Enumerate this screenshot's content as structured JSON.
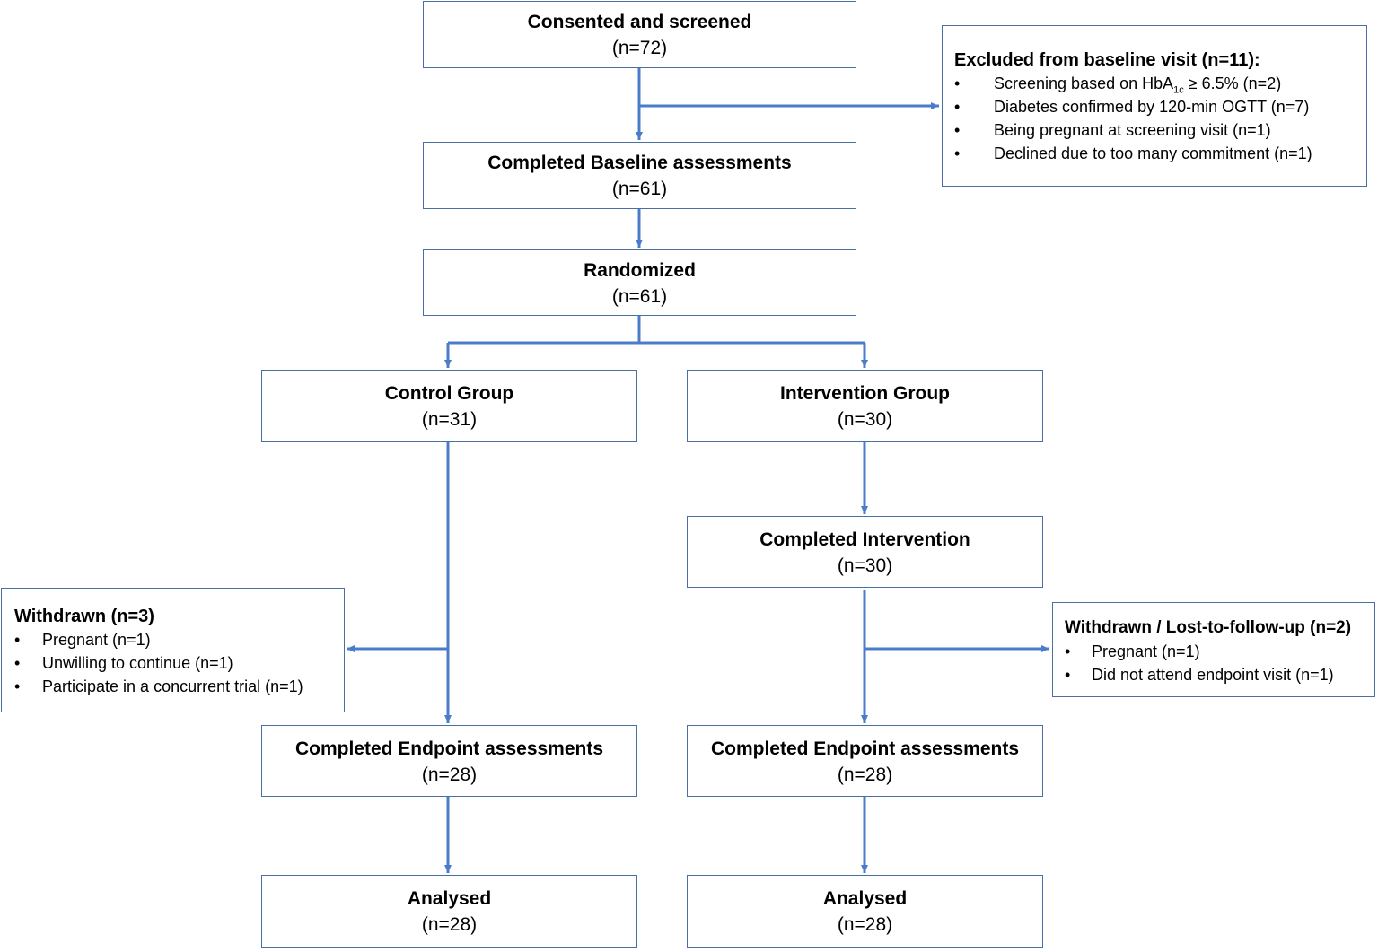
{
  "boxes": {
    "consented": {
      "title": "Consented and screened",
      "n": "(n=72)"
    },
    "baseline": {
      "title": "Completed Baseline assessments",
      "n": "(n=61)"
    },
    "randomized": {
      "title": "Randomized",
      "n": "(n=61)"
    },
    "control": {
      "title": "Control Group",
      "n": "(n=31)"
    },
    "intervention": {
      "title": "Intervention Group",
      "n": "(n=30)"
    },
    "completed_intervention": {
      "title": "Completed Intervention",
      "n": "(n=30)"
    },
    "control_endpoint": {
      "title": "Completed Endpoint assessments",
      "n": "(n=28)"
    },
    "intervention_endpoint": {
      "title": "Completed Endpoint assessments",
      "n": "(n=28)"
    },
    "control_analysed": {
      "title": "Analysed",
      "n": "(n=28)"
    },
    "intervention_analysed": {
      "title": "Analysed",
      "n": "(n=28)"
    }
  },
  "excluded": {
    "heading": "Excluded from baseline visit (n=11):",
    "bullet": "•",
    "item1_pre": "Screening based on HbA",
    "item1_sub": "1c",
    "item1_post": " ≥ 6.5% (n=2)",
    "item2": "Diabetes confirmed by 120-min OGTT (n=7)",
    "item3": "Being pregnant at screening visit (n=1)",
    "item4": "Declined due to too many commitment (n=1)"
  },
  "withdrawn_control": {
    "heading": "Withdrawn (n=3)",
    "items": [
      "Pregnant (n=1)",
      "Unwilling to continue (n=1)",
      "Participate in a concurrent trial (n=1)"
    ]
  },
  "withdrawn_intervention": {
    "heading": "Withdrawn / Lost-to-follow-up (n=2)",
    "items": [
      "Pregnant (n=1)",
      "Did not attend endpoint visit (n=1)"
    ]
  },
  "colors": {
    "line": "#4a7cc9",
    "border": "#4a6fa5"
  },
  "icons": {
    "bullet": "bullet-dot",
    "arrow": "arrow-head"
  }
}
